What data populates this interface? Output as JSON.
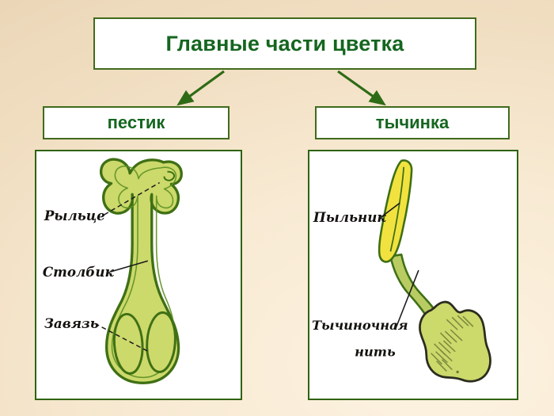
{
  "title": {
    "text": "Главные части цветка"
  },
  "branches": [
    {
      "label": "пестик"
    },
    {
      "label": "тычинка"
    }
  ],
  "diagrams": [
    {
      "name": "pistil",
      "parts": [
        {
          "label": "Рыльце",
          "leader": "dashed"
        },
        {
          "label": "Столбик",
          "leader": "solid"
        },
        {
          "label": "Завязь",
          "leader": "dashed"
        }
      ]
    },
    {
      "name": "stamen",
      "parts": [
        {
          "label": "Пыльник",
          "leader": "solid"
        },
        {
          "label": "Тычиночная",
          "label2": "нить",
          "leader": "solid"
        }
      ]
    }
  ],
  "colors": {
    "background": "#f3e3c8",
    "box_border": "#3f6b1c",
    "box_fill": "#ffffff",
    "heading_text": "#15661f",
    "arrow": "#2e6b16",
    "leaf_fill": "#ccd96b",
    "leaf_outline": "#3f7014",
    "anther_fill": "#f2e23f",
    "annotation_text": "#14120f"
  }
}
